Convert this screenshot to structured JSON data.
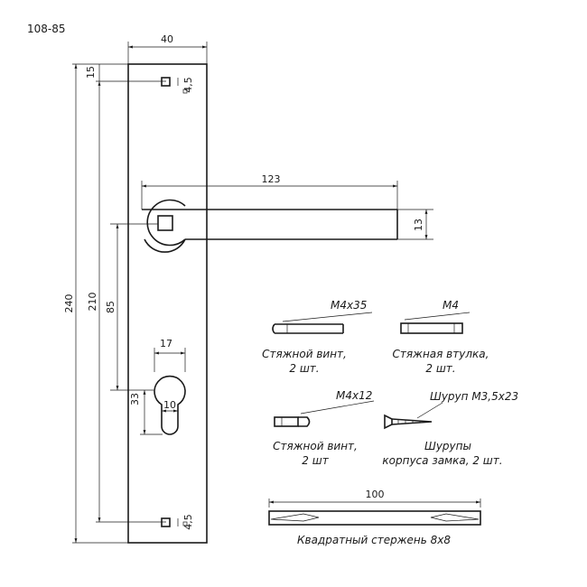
{
  "title": "108-85",
  "dims": {
    "plate_width": "40",
    "top_offset": "15",
    "hole_size_top": "4,5",
    "hole_size_bottom": "4,5",
    "handle_length": "123",
    "handle_height": "13",
    "overall_height": "240",
    "hole_spacing": "210",
    "handle_to_cylinder": "85",
    "cylinder_width": "17",
    "cylinder_height": "33",
    "cylinder_slot": "10",
    "rod_length": "100"
  },
  "parts": {
    "screw_long_size": "М4х35",
    "screw_long_caption_1": "Стяжной винт,",
    "screw_long_caption_2": "2 шт.",
    "sleeve_size": "М4",
    "sleeve_caption_1": "Стяжная втулка,",
    "sleeve_caption_2": "2 шт.",
    "screw_short_size": "М4х12",
    "screw_short_caption_1": "Стяжной винт,",
    "screw_short_caption_2": "2 шт",
    "wood_screw_size": "Шуруп М3,5х23",
    "wood_screw_caption_1": "Шурупы",
    "wood_screw_caption_2": "корпуса замка, 2 шт.",
    "rod_caption": "Квадратный стержень 8х8"
  }
}
